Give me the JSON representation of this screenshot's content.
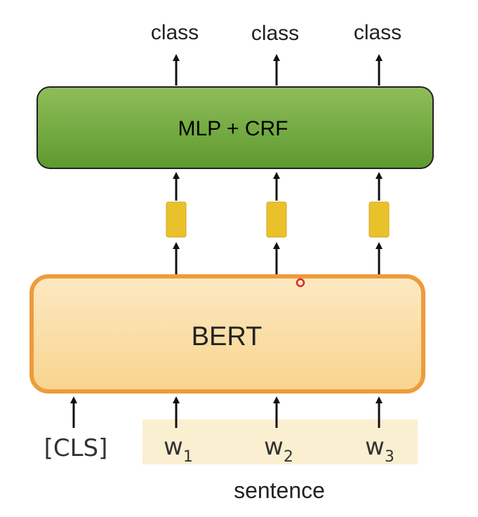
{
  "outputs": [
    "class",
    "class",
    "class"
  ],
  "mlp_label": "MLP + CRF",
  "bert_label": "BERT",
  "cls_token": "[CLS]",
  "words": [
    {
      "base": "w",
      "sub": "1"
    },
    {
      "base": "w",
      "sub": "2"
    },
    {
      "base": "w",
      "sub": "3"
    }
  ],
  "sentence_label": "sentence",
  "colors": {
    "mlp_fill_top": "#8fbd5a",
    "mlp_fill_bottom": "#5e9a2e",
    "bert_fill_top": "#fde9c2",
    "bert_fill_bottom": "#f8d48e",
    "bert_border": "#ee9b3c",
    "embedding": "#e9c12b",
    "sentence_band": "#faefd0",
    "arrow": "#111111",
    "marker": "#d82a2a"
  }
}
